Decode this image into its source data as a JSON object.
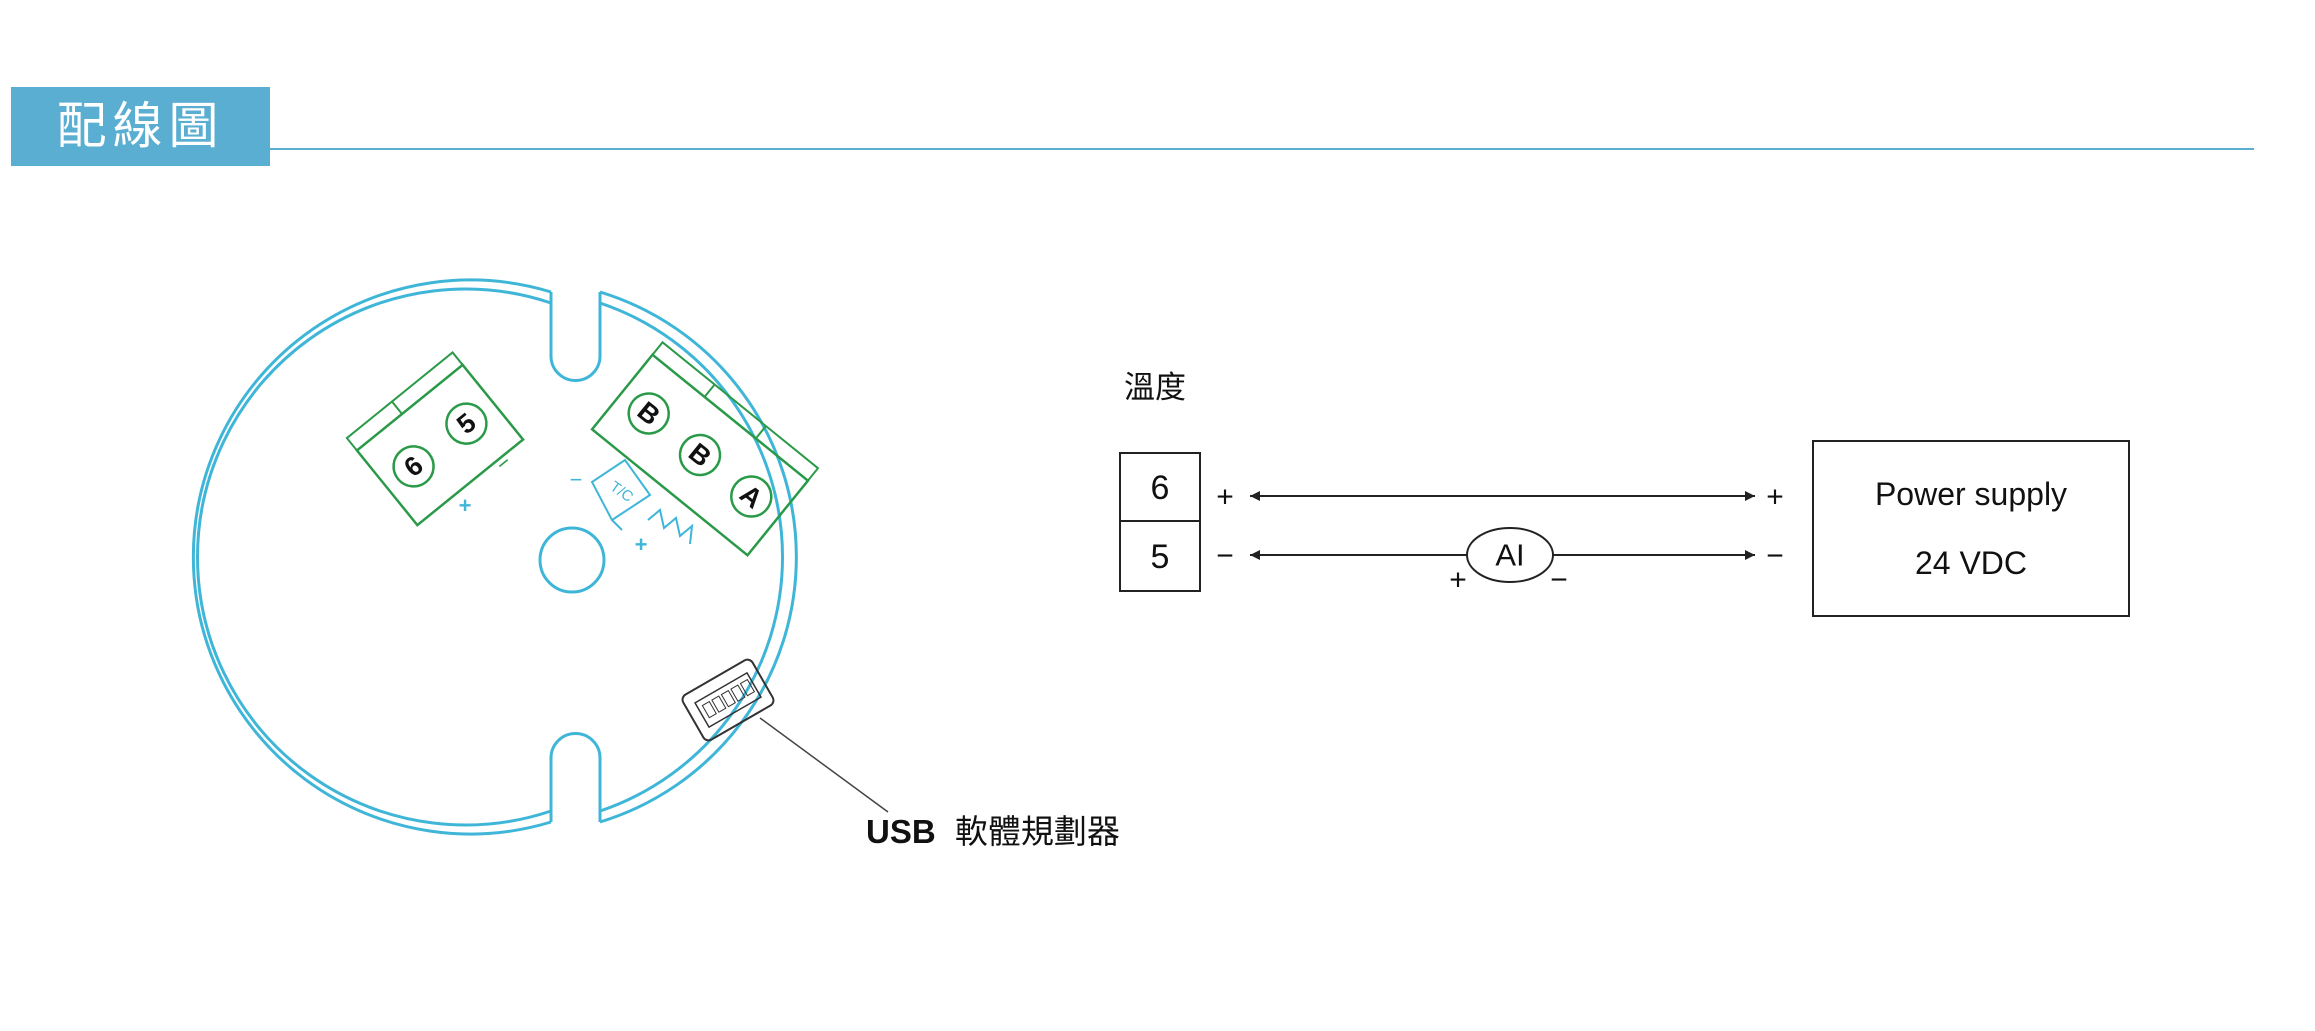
{
  "header": {
    "title": "配線圖",
    "accent_color": "#5aaed2"
  },
  "transmitter": {
    "housing_color": "#3fb6d8",
    "terminal_color": "#2a9a48",
    "left_terminals": [
      "6",
      "5"
    ],
    "right_terminals": [
      "B",
      "B",
      "A"
    ],
    "polarity_minus": "−",
    "polarity_plus": "+",
    "tc_label": "T/C",
    "usb_prefix": "USB",
    "usb_label": "軟體規劃器"
  },
  "wiring": {
    "title": "溫度",
    "terminals": [
      "6",
      "5"
    ],
    "plus": "+",
    "minus": "−",
    "instrument": "AI",
    "power_supply": {
      "line1": "Power supply",
      "line2": "24 VDC"
    }
  }
}
